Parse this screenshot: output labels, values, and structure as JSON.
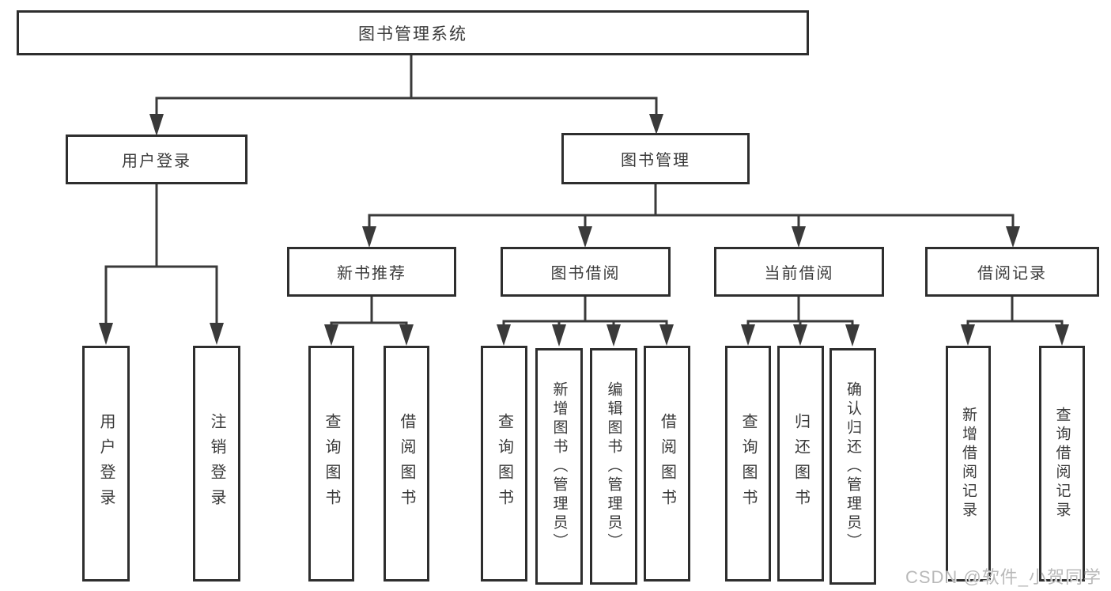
{
  "diagram": {
    "type": "hierarchy-tree",
    "nodes": {
      "root": "图书管理系统",
      "login_group": "用户登录",
      "book_mgmt": "图书管理",
      "new_book_rec": "新书推荐",
      "book_borrow": "图书借阅",
      "current_borrow": "当前借阅",
      "borrow_record": "借阅记录",
      "leaf_user_login": "用户登录",
      "leaf_logout": "注销登录",
      "leaf_nbr_query": "查询图书",
      "leaf_nbr_borrow": "借阅图书",
      "leaf_bb_query": "查询图书",
      "leaf_bb_add": "新增图书（管理员）",
      "leaf_bb_edit": "编辑图书（管理员）",
      "leaf_bb_borrow": "借阅图书",
      "leaf_cb_query": "查询图书",
      "leaf_cb_return": "归还图书",
      "leaf_cb_confirm": "确认归还（管理员）",
      "leaf_br_add": "新增借阅记录",
      "leaf_br_query": "查询借阅记录"
    },
    "hierarchy": {
      "图书管理系统": [
        "用户登录",
        "图书管理"
      ],
      "用户登录": [
        "用户登录",
        "注销登录"
      ],
      "图书管理": [
        "新书推荐",
        "图书借阅",
        "当前借阅",
        "借阅记录"
      ],
      "新书推荐": [
        "查询图书",
        "借阅图书"
      ],
      "图书借阅": [
        "查询图书",
        "新增图书（管理员）",
        "编辑图书（管理员）",
        "借阅图书"
      ],
      "当前借阅": [
        "查询图书",
        "归还图书",
        "确认归还（管理员）"
      ],
      "借阅记录": [
        "新增借阅记录",
        "查询借阅记录"
      ]
    },
    "colors": {
      "line": "#3a3a3a",
      "box_border": "#2e2e2e",
      "text": "#3a3a3a",
      "background": "#ffffff",
      "watermark": "#b9b9b9"
    }
  },
  "watermark": "CSDN @软件_小贺同学"
}
